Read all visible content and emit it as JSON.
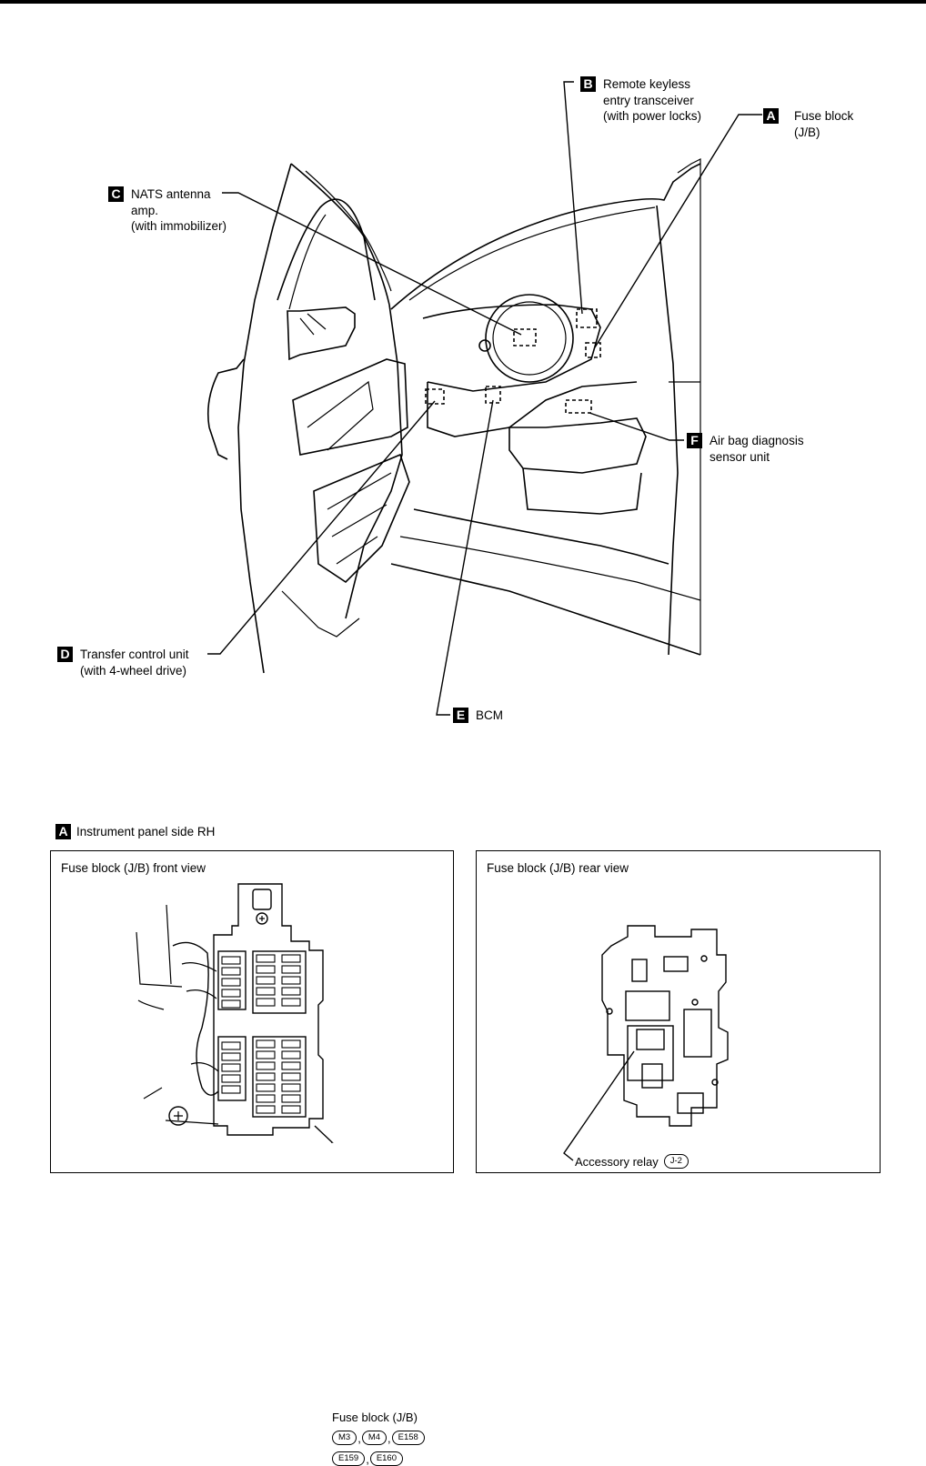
{
  "callouts": {
    "A": {
      "badge": "A",
      "text": "Fuse block\n(J/B)"
    },
    "B": {
      "badge": "B",
      "text": "Remote keyless\nentry transceiver\n(with power locks)"
    },
    "C": {
      "badge": "C",
      "text": "NATS antenna\namp.\n(with immobilizer)"
    },
    "D": {
      "badge": "D",
      "text": "Transfer control unit\n(with 4-wheel drive)"
    },
    "E": {
      "badge": "E",
      "text": "BCM"
    },
    "F": {
      "badge": "F",
      "text": "Air bag diagnosis\nsensor unit"
    }
  },
  "section": {
    "badge": "A",
    "title": "Instrument panel side RH"
  },
  "front_panel": {
    "title": "Fuse block (J/B) front view",
    "part_label": "Fuse block (J/B)",
    "connectors": [
      "M3",
      "M4",
      "E158",
      "E159",
      "E160"
    ]
  },
  "rear_panel": {
    "title": "Fuse block (J/B) rear view",
    "part_label": "Accessory relay",
    "connector": "J-2"
  }
}
